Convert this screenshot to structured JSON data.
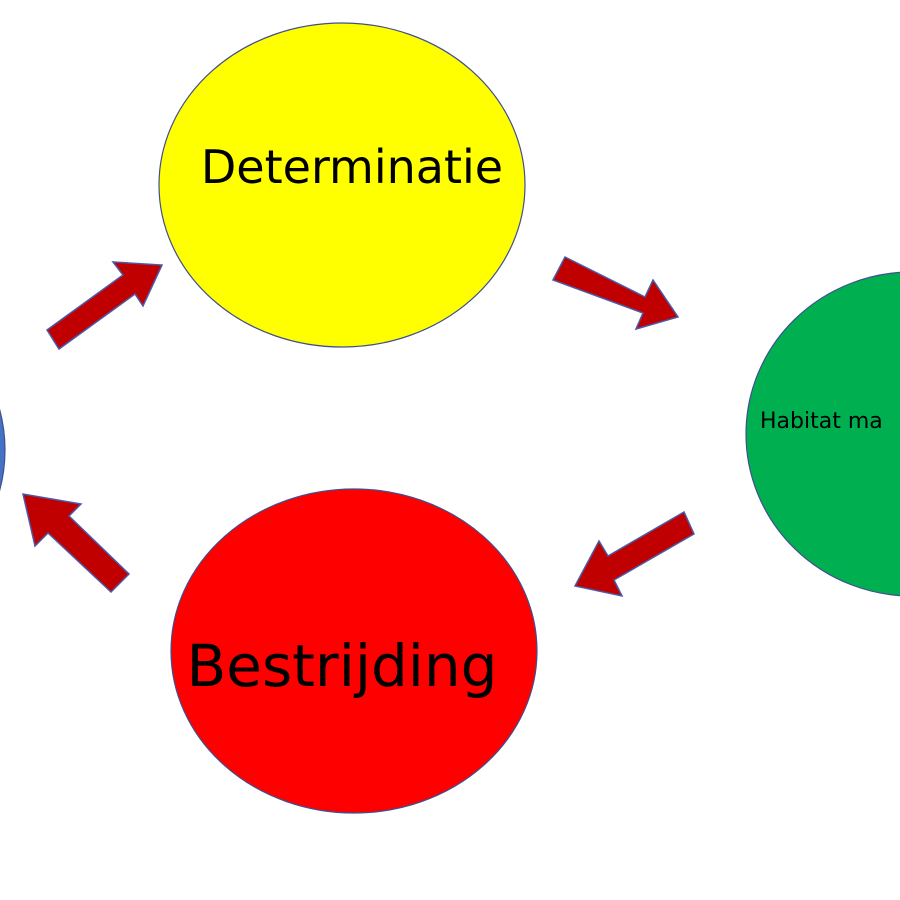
{
  "nodes": {
    "determinatie": {
      "label": "Determinatie",
      "color": "#ffff00"
    },
    "habitat": {
      "label": "Habitat ma",
      "color": "#00b050"
    },
    "bestrijding": {
      "label": "Bestrijding",
      "color": "#ff0000"
    },
    "partial_left": {
      "label": "",
      "color": "#4472c4"
    }
  },
  "colors": {
    "arrow_fill": "#c00000",
    "arrow_stroke": "#4a5aa8",
    "node_stroke": "#3f4f8f",
    "background": "#ffffff"
  }
}
